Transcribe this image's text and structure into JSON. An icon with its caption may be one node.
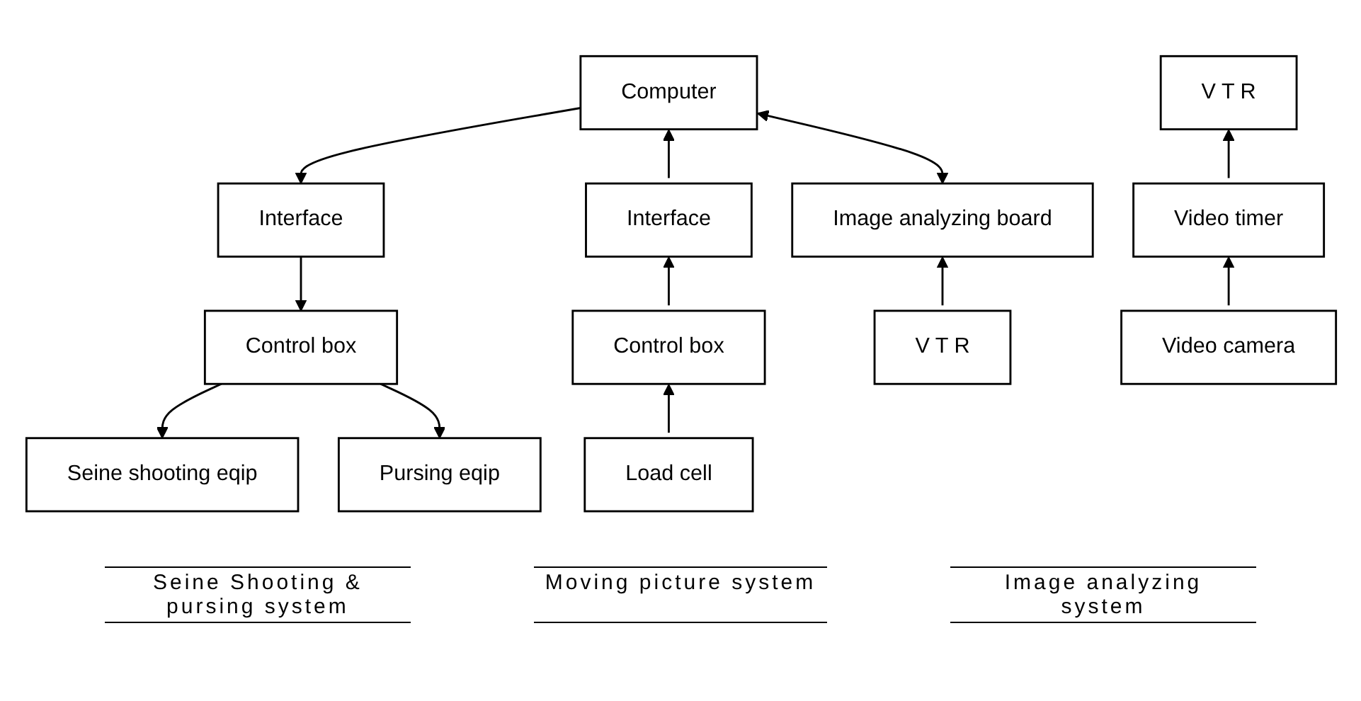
{
  "diagram": {
    "nodes": [
      {
        "text": [
          "Computer"
        ]
      },
      {
        "text": [
          "Interface"
        ]
      },
      {
        "text": [
          "Interface"
        ]
      },
      {
        "text": [
          "V T R"
        ]
      },
      {
        "text": [
          "Image analyzing board"
        ]
      },
      {
        "text": [
          "Control box"
        ]
      },
      {
        "text": [
          "Control box"
        ]
      },
      {
        "text": [
          "Video timer"
        ]
      },
      {
        "text": [
          "Seine shooting eqip"
        ]
      },
      {
        "text": [
          "Pursing eqip"
        ]
      },
      {
        "text": [
          "Load cell"
        ]
      },
      {
        "text": [
          "Video camera"
        ]
      },
      {
        "text": [
          "V T R"
        ]
      }
    ],
    "edges": [
      {
        "from": 0,
        "to": 1,
        "arrow": "to"
      },
      {
        "from": 2,
        "to": 0,
        "arrow": "to"
      },
      {
        "from": 0,
        "to": 4,
        "arrow": "both"
      },
      {
        "from": 1,
        "to": 5,
        "arrow": "to"
      },
      {
        "from": 6,
        "to": 2,
        "arrow": "to"
      },
      {
        "from": 7,
        "to": 3,
        "arrow": "to"
      },
      {
        "from": 12,
        "to": 4,
        "arrow": "to"
      },
      {
        "from": 5,
        "to": 8,
        "arrow": "to"
      },
      {
        "from": 5,
        "to": 9,
        "arrow": "to"
      },
      {
        "from": 10,
        "to": 6,
        "arrow": "to"
      },
      {
        "from": 11,
        "to": 7,
        "arrow": "to"
      }
    ],
    "labels": [
      "Seine Shooting & pursing system",
      "Moving picture system",
      "Image analyzing system"
    ]
  }
}
